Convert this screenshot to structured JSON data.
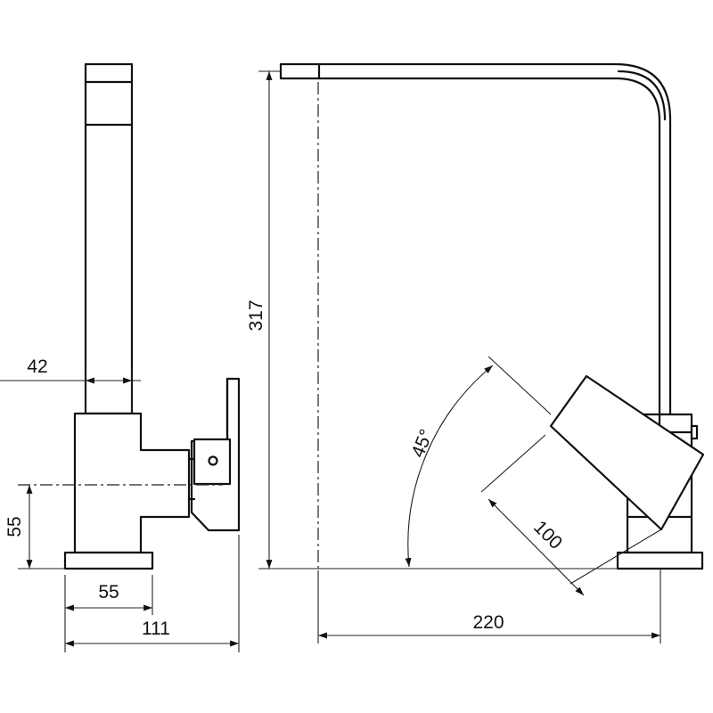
{
  "dimensions": {
    "spout_width": "42",
    "base_height": "55",
    "base_width": "55",
    "body_depth": "111",
    "total_height": "317",
    "reach": "220",
    "lever_length": "100",
    "rotation_angle": "45°"
  }
}
